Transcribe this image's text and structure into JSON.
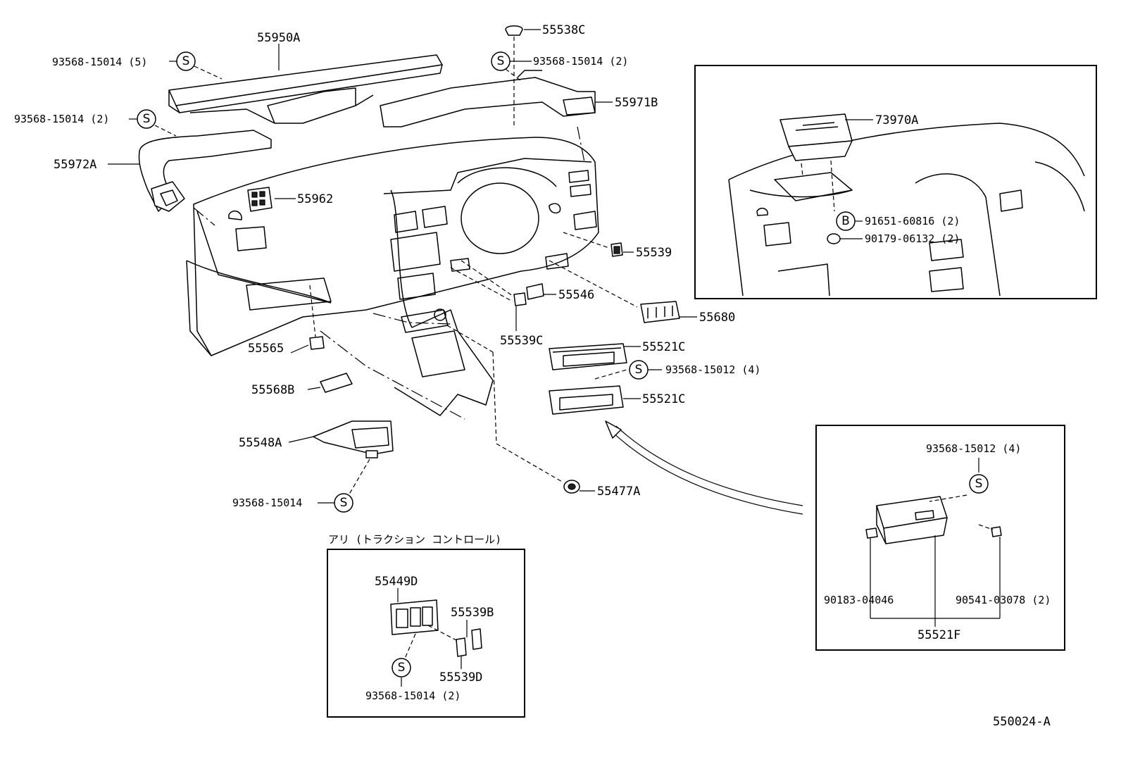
{
  "labels": {
    "p55950A": "55950A",
    "p93568_15014_5": "93568-15014 (5)",
    "p93568_15014_2_a": "93568-15014 (2)",
    "p55972A": "55972A",
    "p55962": "55962",
    "p55538C": "55538C",
    "p93568_15014_2_b": "93568-15014 (2)",
    "p55971B": "55971B",
    "p55539": "55539",
    "p55546": "55546",
    "p55539C": "55539C",
    "p55680": "55680",
    "p55521C_a": "55521C",
    "p93568_15012_4_a": "93568-15012 (4)",
    "p55521C_b": "55521C",
    "p55565": "55565",
    "p55568B": "55568B",
    "p55548A": "55548A",
    "p93568_15014": "93568-15014",
    "p55477A": "55477A",
    "p73970A": "73970A",
    "p91651_60816_2": "91651-60816 (2)",
    "p90179_06132_2": "90179-06132 (2)",
    "p93568_15012_4_b": "93568-15012 (4)",
    "p90183_04046": "90183-04046",
    "p90541_03078_2": "90541-03078 (2)",
    "p55521F": "55521F",
    "inset_title": "アリ (トラクション コントロール)",
    "p55449D": "55449D",
    "p55539B": "55539B",
    "p55539D": "55539D",
    "p93568_15014_2_c": "93568-15014 (2)",
    "figure_id": "550024-A"
  },
  "symbols": {
    "screw": "S",
    "bolt": "B"
  }
}
